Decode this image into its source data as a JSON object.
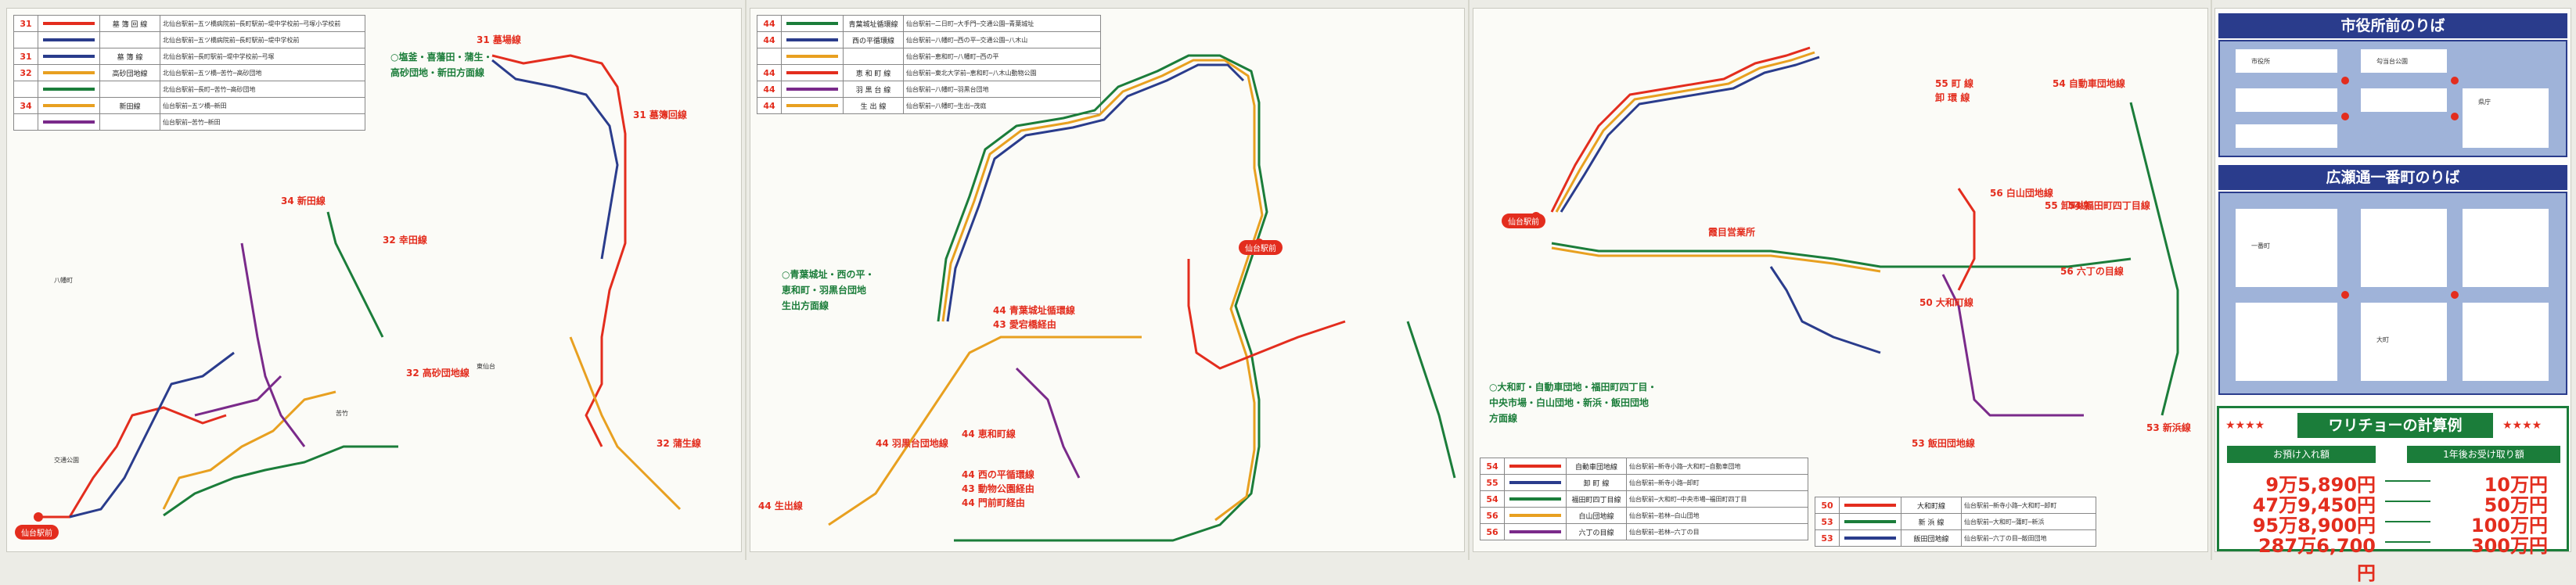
{
  "panel1": {
    "legend": [
      {
        "num": "31",
        "color": "#e32d1e",
        "name": "墓 簿 回 線",
        "route": "北仙台駅前─五ツ橋病院前─長町駅前─堤中学校前─弓塚小学校前"
      },
      {
        "num": "",
        "color": "#2a3c8c",
        "name": "",
        "route": "北仙台駅前─五ツ橋病院前─長町駅前─堤中学校前"
      },
      {
        "num": "31",
        "color": "#2a3c8c",
        "name": "墓 簿 線",
        "route": "北仙台駅前─長町駅前─堤中学校前─弓塚"
      },
      {
        "num": "32",
        "color": "#e8a020",
        "name": "高砂団地線",
        "route": "北仙台駅前─五ツ橋─苦竹─高砂団地"
      },
      {
        "num": "",
        "color": "#1b7d3a",
        "name": "",
        "route": "北仙台駅前─長町─苦竹─高砂団地"
      },
      {
        "num": "34",
        "color": "#e8a020",
        "name": "新田線",
        "route": "仙台駅前─五ツ橋─新田"
      },
      {
        "num": "",
        "color": "#7a2a8a",
        "name": "",
        "route": "仙台駅前─苦竹─新田"
      }
    ],
    "areas": [
      "○塩釜・喜藩田・蒲生・",
      "高砂団地・新田方面線"
    ],
    "line_labels": [
      "31 墓場線",
      "31 墓簿回線",
      "34 新田線",
      "32 幸田線",
      "32 高砂団地線",
      "32 蒲生線",
      "八幡町",
      "交通公園",
      "苦竹",
      "東仙台"
    ],
    "station": "仙台駅前"
  },
  "panel2": {
    "legend": [
      {
        "num": "44",
        "color": "#1b7d3a",
        "name": "青葉城址循環線",
        "route": "仙台駅前─二日町─大手門─交通公園─青葉城址"
      },
      {
        "num": "44",
        "color": "#2a3c8c",
        "name": "西の平循環線",
        "route": "仙台駅前─八幡町─西の平─交通公園─八木山"
      },
      {
        "num": "",
        "color": "#e8a020",
        "name": "",
        "route": "仙台駅前─恵和町─八幡町─西の平"
      },
      {
        "num": "44",
        "color": "#e32d1e",
        "name": "恵 和 町 線",
        "route": "仙台駅前─東北大学前─恵和町─八木山動物公園"
      },
      {
        "num": "44",
        "color": "#7a2a8a",
        "name": "羽 黒 台 線",
        "route": "仙台駅前─八幡町─羽黒台団地"
      },
      {
        "num": "44",
        "color": "#e8a020",
        "name": "生 出 線",
        "route": "仙台駅前─八幡町─生出─茂庭"
      }
    ],
    "areas": [
      "○青葉城址・西の平・",
      "恵和町・羽黒台団地",
      "生出方面線"
    ],
    "line_labels": [
      "44 青葉城址循環線",
      "43 愛宕橋経由",
      "44 恵和町線",
      "44 羽黒台団地線",
      "44 西の平循環線",
      "43 動物公園経由",
      "44 門前町経由",
      "44 生出線"
    ],
    "station": "仙台駅前"
  },
  "panel3": {
    "legend": [
      {
        "num": "54",
        "color": "#e32d1e",
        "name": "自動車団地線",
        "route": "仙台駅前─新寺小路─大和町─自動車団地"
      },
      {
        "num": "55",
        "color": "#2a3c8c",
        "name": "卸 町 線",
        "route": "仙台駅前─新寺小路─卸町"
      },
      {
        "num": "54",
        "color": "#1b7d3a",
        "name": "福田町四丁目線",
        "route": "仙台駅前─大和町─中央市場─福田町四丁目"
      },
      {
        "num": "56",
        "color": "#e8a020",
        "name": "白山団地線",
        "route": "仙台駅前─若林─白山団地"
      },
      {
        "num": "56",
        "color": "#7a2a8a",
        "name": "六丁の目線",
        "route": "仙台駅前─若林─六丁の目"
      }
    ],
    "legend2": [
      {
        "num": "50",
        "color": "#e32d1e",
        "name": "大和町線",
        "route": "仙台駅前─新寺小路─大和町─卸町"
      },
      {
        "num": "53",
        "color": "#1b7d3a",
        "name": "新 浜 線",
        "route": "仙台駅前─大和町─蒲町─新浜"
      },
      {
        "num": "53",
        "color": "#2a3c8c",
        "name": "飯田団地線",
        "route": "仙台駅前─六丁の目─飯田団地"
      }
    ],
    "areas": [
      "○大和町・自動車団地・福田町四丁目・",
      "中央市場・白山団地・新浜・飯田団地",
      "方面線"
    ],
    "line_labels": [
      "54 自動車団地線",
      "55 町 線",
      "卸 環 線",
      "56 白山団地線",
      "55 卸町線",
      "54 福田町四丁目線",
      "56 六丁の目線",
      "50 大和町線",
      "53 飯田団地線",
      "53 新浜線",
      "霞目営業所"
    ],
    "station": "仙台駅前"
  },
  "panel4": {
    "title1": "市役所前のりば",
    "title2": "広瀬通一番町のりば",
    "stop_labels": [
      "市役所",
      "勾当台公園",
      "県庁",
      "一番町",
      "大町"
    ],
    "calc": {
      "title": "ワリチョーの計算例",
      "stars": "★★★★",
      "col1": "お預け入れ額",
      "col2": "1年後お受け取り額",
      "rows": [
        {
          "deposit": "9万5,890円",
          "receive": "10万円"
        },
        {
          "deposit": "47万9,450円",
          "receive": "50万円"
        },
        {
          "deposit": "95万8,900円",
          "receive": "100万円"
        },
        {
          "deposit": "287万6,700円",
          "receive": "300万円"
        }
      ]
    }
  }
}
